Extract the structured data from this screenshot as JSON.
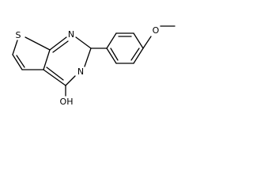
{
  "structure": {
    "atom_labels": {
      "sulfur": "S",
      "nitrogen_top": "N",
      "nitrogen_lower": "N",
      "hydroxyl": "OH",
      "methoxy_oxygen": "O"
    },
    "colors": {
      "bonds": "#000000",
      "labels": "#000000",
      "background": "#ffffff"
    }
  }
}
